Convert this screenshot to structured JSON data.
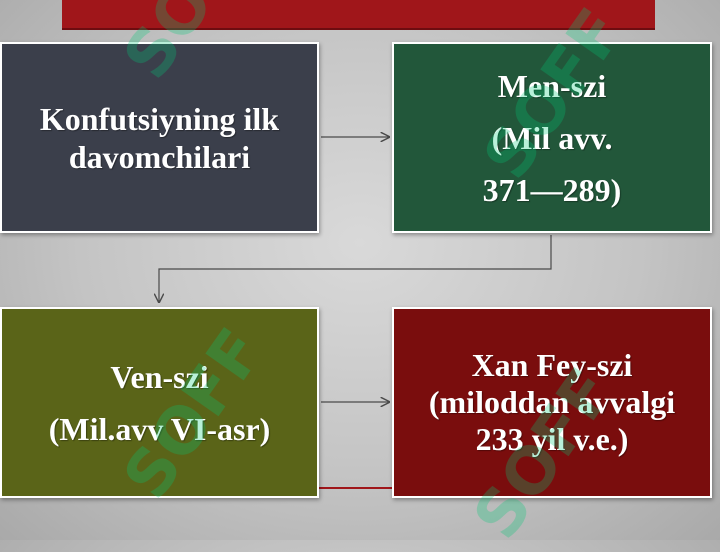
{
  "diagram": {
    "nodes": [
      {
        "id": "konfutsiy",
        "lines": [
          "Konfutsiyning ilk",
          "davomchilari"
        ],
        "color": "#3b3f4b"
      },
      {
        "id": "men-szi",
        "lines": [
          "Men-szi",
          "(Mil avv.",
          "371—289)"
        ],
        "color": "#22573a"
      },
      {
        "id": "ven-szi",
        "lines": [
          "Ven-szi",
          "(Mil.avv VI-asr)"
        ],
        "color": "#5a6418"
      },
      {
        "id": "xan-fey-szi",
        "lines": [
          "Xan Fey-szi",
          "(miloddan avvalgi",
          "233 yil v.e.)"
        ],
        "color": "#7a0d0d"
      }
    ],
    "edges": [
      {
        "from": "konfutsiy",
        "to": "men-szi"
      },
      {
        "from": "men-szi",
        "to": "ven-szi"
      },
      {
        "from": "ven-szi",
        "to": "xan-fey-szi"
      }
    ],
    "accent_color": "#a0161a"
  },
  "watermark": {
    "text": "SOFF"
  }
}
